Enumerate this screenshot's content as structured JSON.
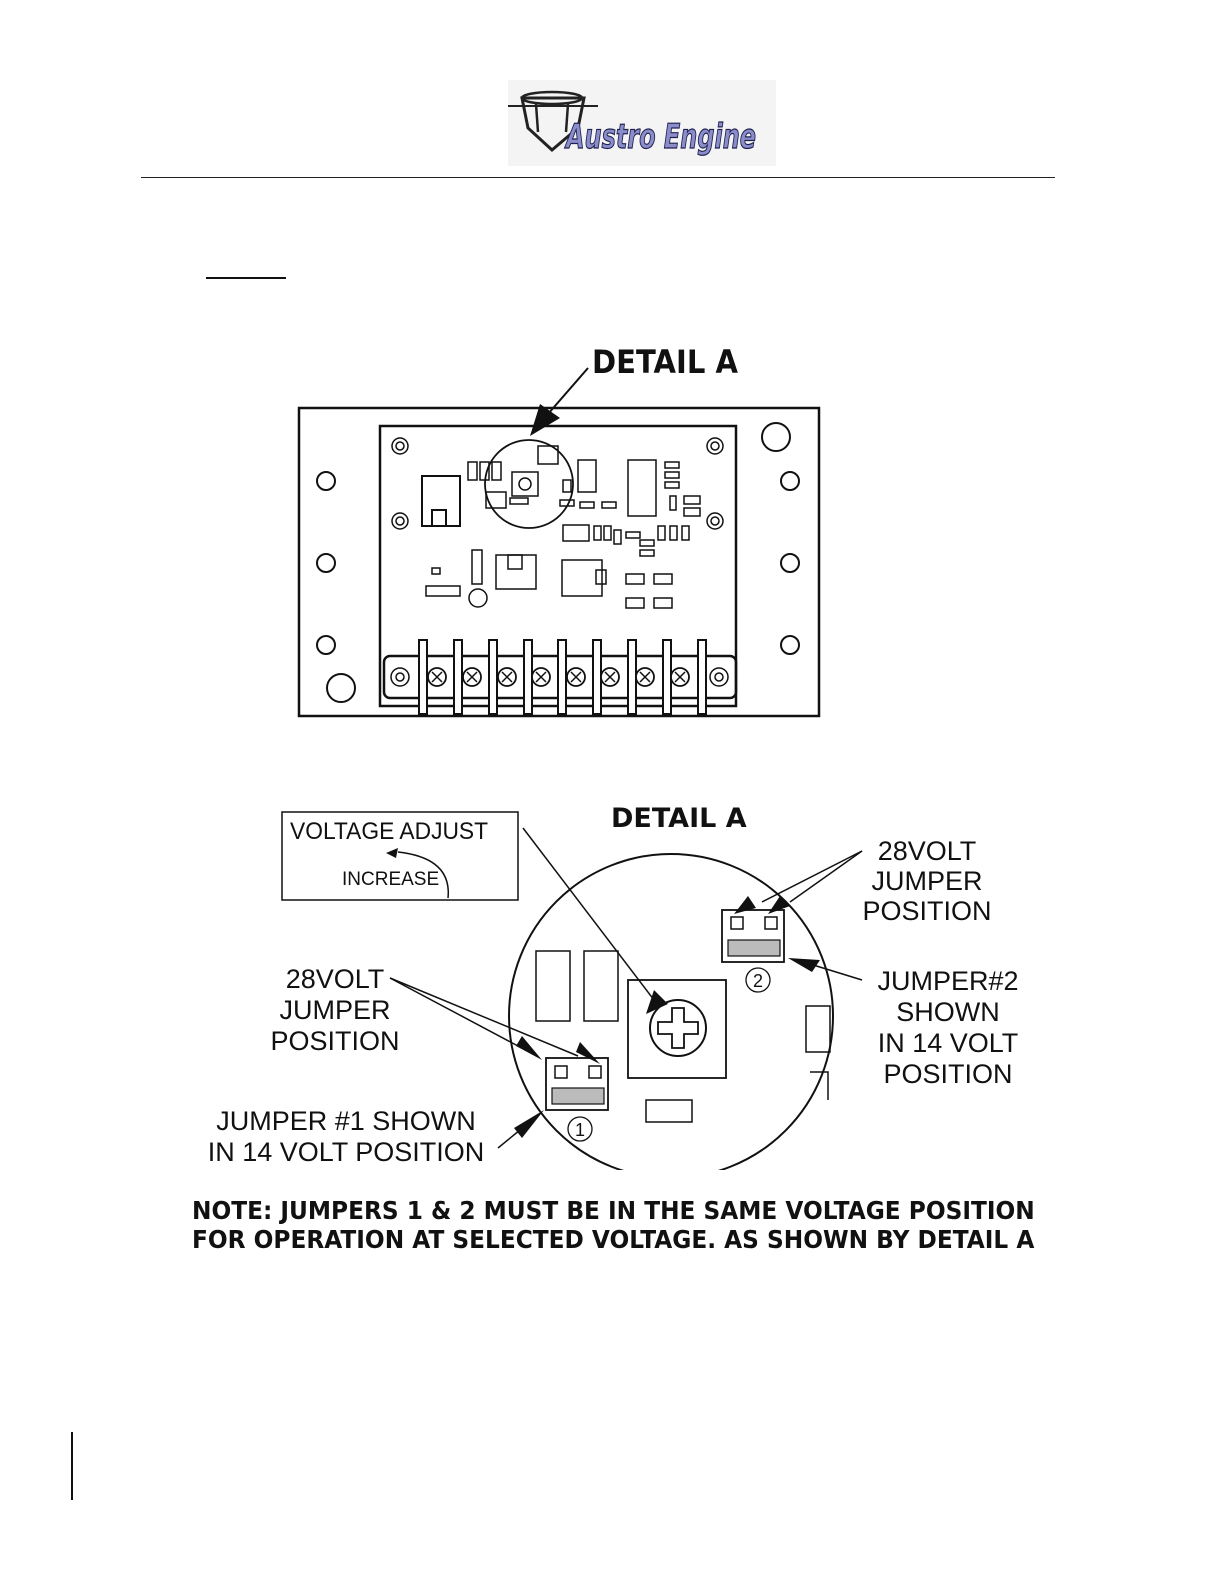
{
  "header": {
    "brand": "Austro Engine"
  },
  "figure_top": {
    "callout": "DETAIL A"
  },
  "figure_detail": {
    "title": "DETAIL A",
    "voltage_adjust_box": {
      "title": "VOLTAGE ADJUST",
      "arrow_label": "INCREASE"
    },
    "jumper2_position_label": [
      "28VOLT",
      "JUMPER",
      "POSITION"
    ],
    "jumper2_shown_label": [
      "JUMPER#2",
      "SHOWN",
      "IN 14 VOLT",
      "POSITION"
    ],
    "jumper1_position_label": [
      "28VOLT",
      "JUMPER",
      "POSITION"
    ],
    "jumper1_shown_label": [
      "JUMPER #1 SHOWN",
      "IN 14 VOLT POSITION"
    ],
    "jumper1_number": "1",
    "jumper2_number": "2"
  },
  "note": {
    "line1": "NOTE: JUMPERS 1 & 2 MUST BE IN THE SAME VOLTAGE POSITION",
    "line2": "FOR OPERATION AT SELECTED VOLTAGE. AS SHOWN BY DETAIL A"
  }
}
